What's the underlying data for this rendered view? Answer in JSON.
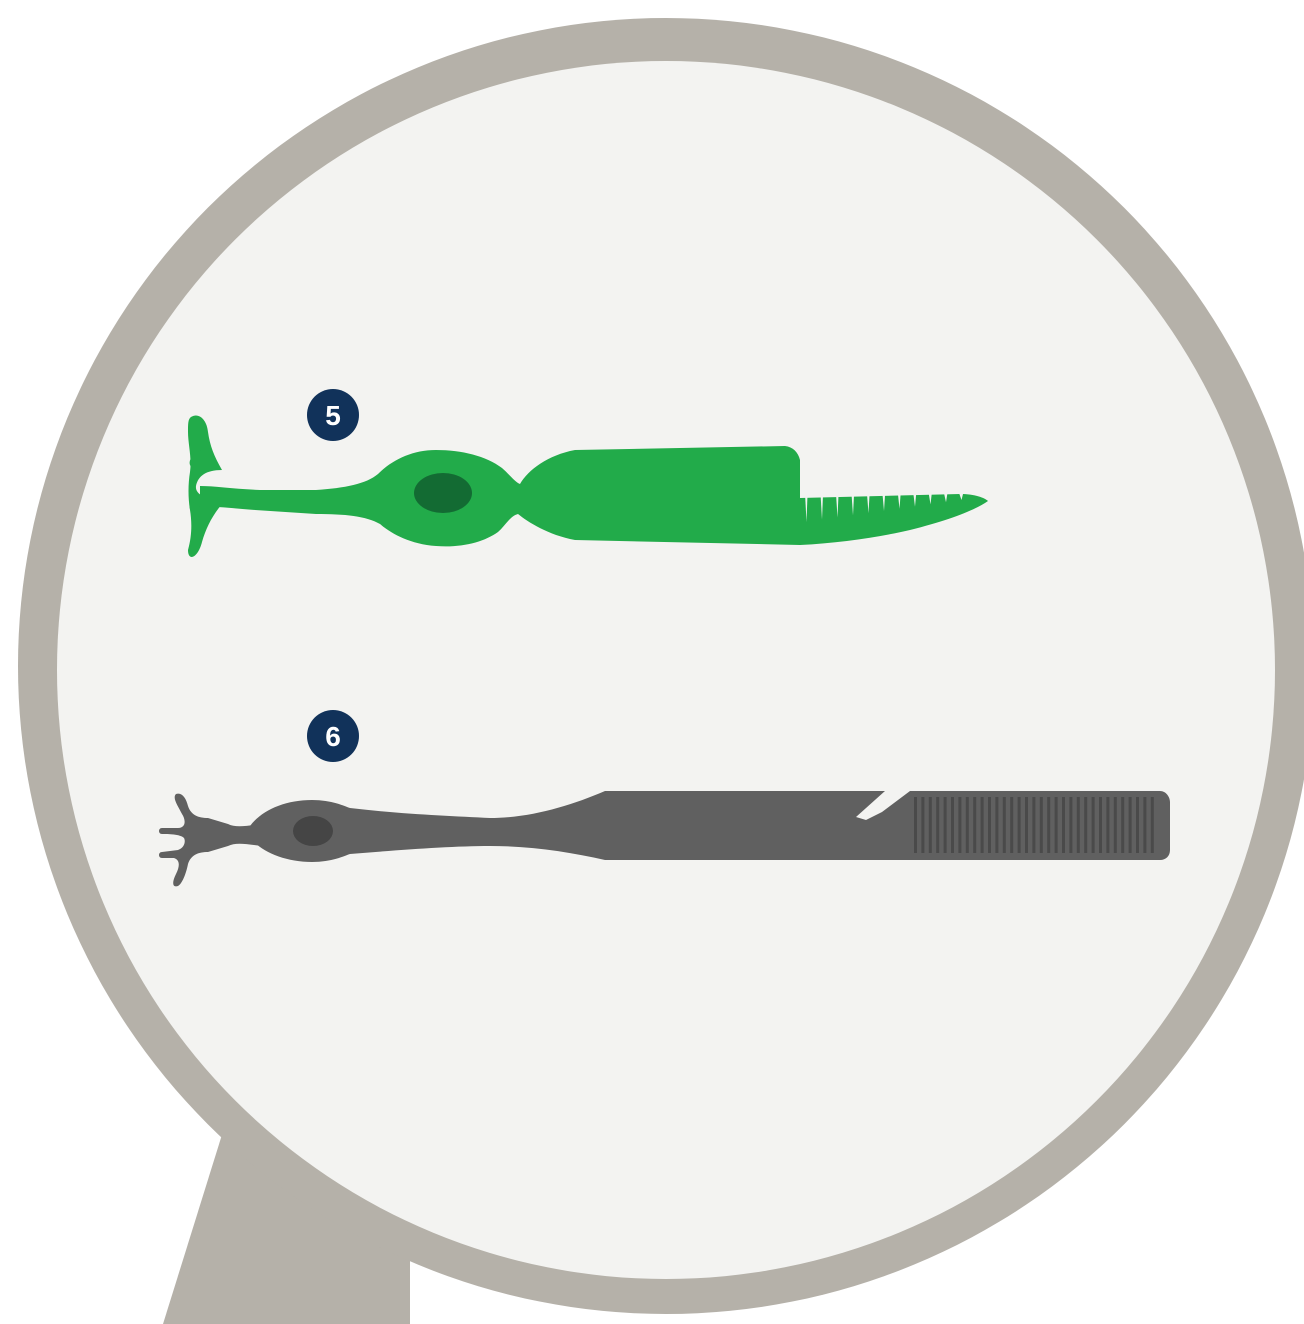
{
  "colors": {
    "bubble_border": "#b5b1a9",
    "bubble_fill": "#f3f3f1",
    "cone_body": "#22ab4a",
    "cone_nucleus": "#136b33",
    "rod_body": "#606060",
    "rod_nucleus": "#454545",
    "rod_stripes": "#4a4a4a",
    "marker_fill": "#11325a",
    "marker_text": "#ffffff"
  },
  "cells": [
    {
      "id": "cone-cell",
      "marker": "5",
      "cell_icon": "cone-photoreceptor-icon"
    },
    {
      "id": "rod-cell",
      "marker": "6",
      "cell_icon": "rod-photoreceptor-icon"
    }
  ]
}
